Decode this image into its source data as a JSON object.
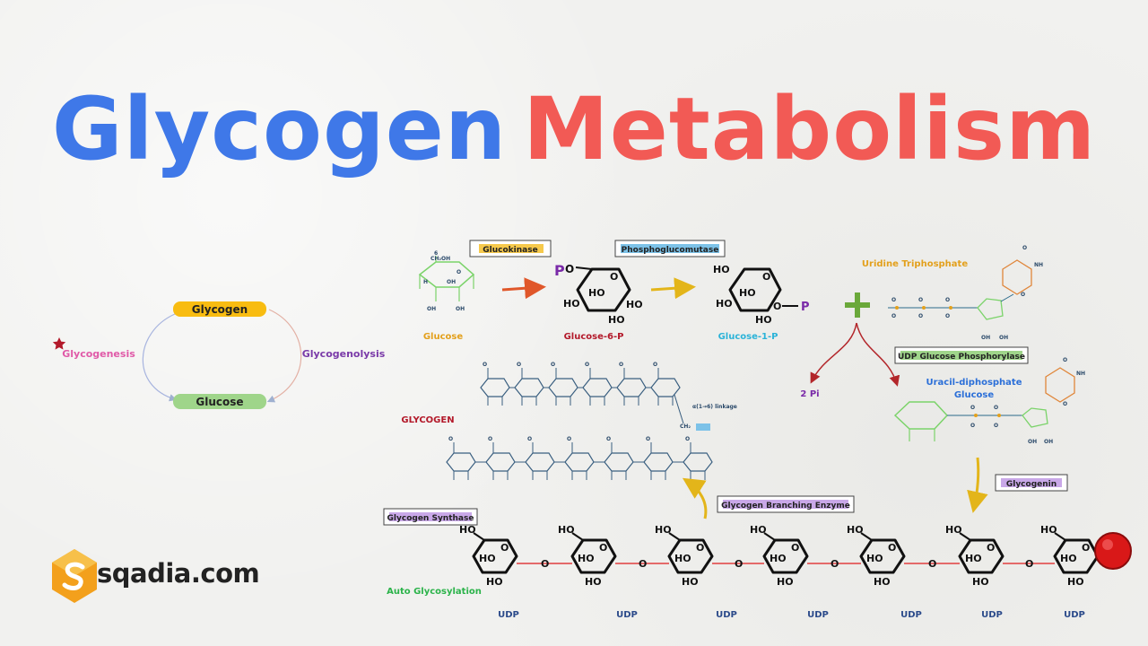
{
  "title": {
    "part1": "Glycogen",
    "part2": "Metabolism"
  },
  "colors": {
    "title_blue": "#3f78e8",
    "title_red": "#f25a55",
    "glycogen_pill": "#f8bc11",
    "glucose_pill": "#9fd58a"
  },
  "cycle": {
    "top": "Glycogen",
    "bottom": "Glucose",
    "left": "Glycogenesis",
    "right": "Glycogenolysis"
  },
  "pathway": {
    "glucose": "Glucose",
    "glucose6p": "Glucose-6-P",
    "glucose1p": "Glucose-1-P",
    "enzyme1": "Glucokinase",
    "enzyme2": "Phosphoglucomutase",
    "p_label": "P",
    "utp": "Uridine Triphosphate",
    "udp_phosphorylase": "UDP Glucose Phosphorylase",
    "pi": "2 Pi",
    "udpg_line1": "Uracil-diphosphate",
    "udpg_line2": "Glucose",
    "glycogen": "GLYCOGEN",
    "linkage": "α(1→6) linkage",
    "glycogenin": "Glycogenin",
    "branching": "Glycogen Branching Enzyme",
    "synthase": "Glycogen Synthase",
    "auto": "Auto Glycosylation",
    "udp": [
      "UDP",
      "UDP",
      "UDP",
      "UDP",
      "UDP",
      "UDP",
      "UDP"
    ],
    "ho": "HO",
    "o": "O"
  },
  "brand": {
    "name": "sqadia.com"
  }
}
